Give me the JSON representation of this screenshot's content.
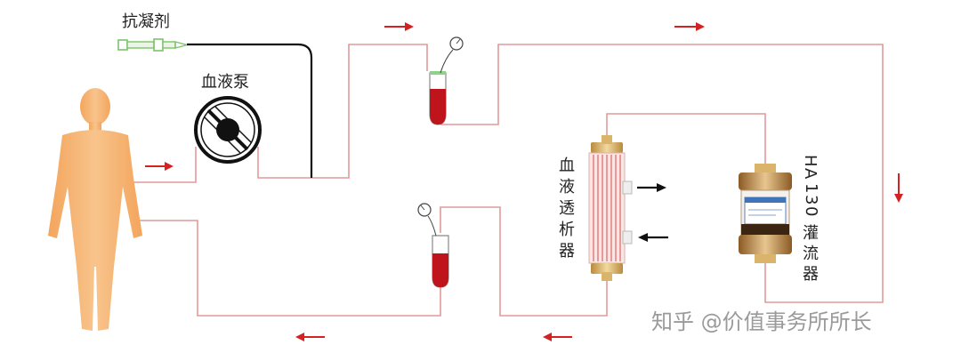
{
  "labels": {
    "anticoagulant": "抗凝剂",
    "blood_pump": "血液泵",
    "dialyzer": [
      "血",
      "液",
      "透",
      "析",
      "器"
    ],
    "perfusion_device": [
      "H",
      "A",
      "1",
      "3",
      "0",
      "灌",
      "流",
      "器"
    ]
  },
  "watermark": "知乎 @价值事务所所长",
  "colors": {
    "tubing": "#e39a9a",
    "arrow": "#d42222",
    "blood": "#c0141c",
    "anticoagulant_line": "#111111",
    "body": "#f5b06b",
    "syringe": "#7cc36a",
    "flow_arrow": "#111111"
  },
  "icons": [
    "human-body-icon",
    "syringe-icon",
    "blood-pump-icon",
    "drip-chamber-icon",
    "pressure-gauge-icon",
    "dialyzer-icon",
    "hemoperfusion-cartridge-icon"
  ]
}
